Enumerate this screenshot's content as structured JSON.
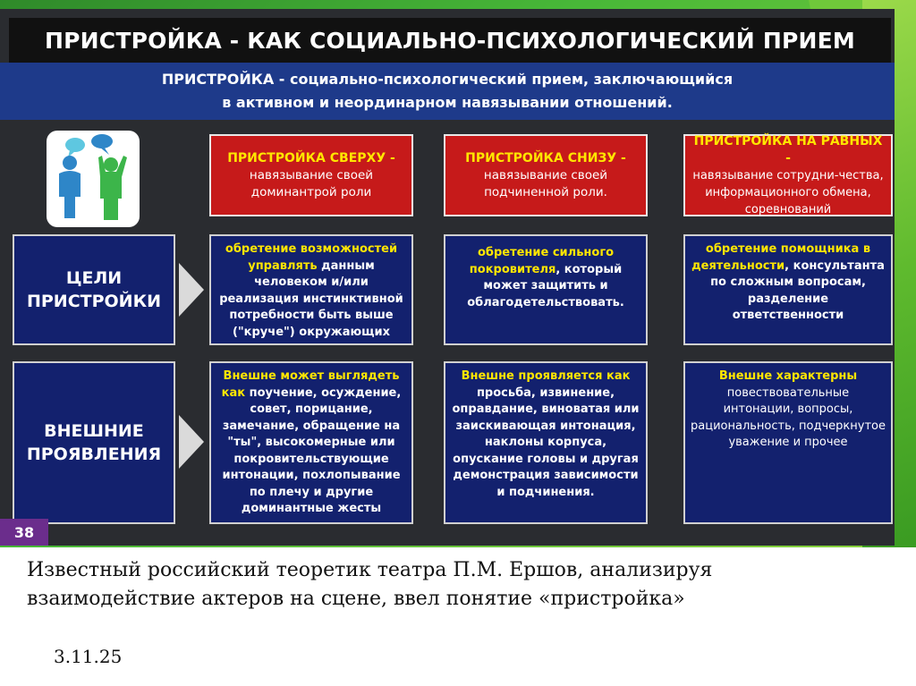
{
  "slide": {
    "title": "ПРИСТРОЙКА - КАК СОЦИАЛЬНО-ПСИХОЛОГИЧЕСКИЙ ПРИЕМ",
    "definition": {
      "term": "ПРИСТРОЙКА",
      "line1_rest": " - социально-психологический прием, заключающийся",
      "line2": "в активном и неординарном навязывании отношений."
    },
    "page_number": "38",
    "icon": "people-talking-icon"
  },
  "headers": [
    {
      "title": "ПРИСТРОЙКА СВЕРХУ -",
      "text": "навязывание своей доминантрой роли"
    },
    {
      "title": "ПРИСТРОЙКА СНИЗУ -",
      "text": "навязывание своей подчиненной роли."
    },
    {
      "title": "ПРИСТРОЙКА НА РАВНЫХ -",
      "text": "навязывание сотрудни-чества, информационного обмена, соревнований"
    }
  ],
  "rows": [
    {
      "label_line1": "ЦЕЛИ",
      "label_line2": "ПРИСТРОЙКИ"
    },
    {
      "label_line1": "ВНЕШНИЕ",
      "label_line2": "ПРОЯВЛЕНИЯ"
    }
  ],
  "goals": [
    {
      "highlight": "обретение возможностей управлять",
      "rest": " данным человеком и/или реализация инстинктивной потребности быть выше (\"круче\") окружающих"
    },
    {
      "highlight": "обретение сильного покровителя",
      "rest": ", который может защитить и облагодетельствовать."
    },
    {
      "highlight": "обретение помощника в деятельности",
      "rest": ", консультанта по сложным вопросам, разделение ответственности"
    }
  ],
  "manifestations": [
    {
      "highlight": "Внешне может выглядеть как",
      "rest": " поучение, осуждение, совет, порицание, замечание, обращение на \"ты\", высокомерные или покровительствующие интонации, похлопывание по плечу и другие доминантные жесты"
    },
    {
      "highlight": "Внешне проявляется как",
      "rest": " просьба, извинение, оправдание, виноватая или заискивающая интонация, наклоны корпуса, опускание головы и другая демонстрация зависимости и подчинения."
    },
    {
      "highlight": "Внешне характерны",
      "rest": " повествовательные интонации, вопросы, рациональность, подчеркнутое уважение и прочее"
    }
  ],
  "caption": "Известный российский теоретик театра П.М. Ершов, анализируя взаимодействие актеров на сцене, ввел понятие «пристройка»",
  "date": "3.11.25"
}
